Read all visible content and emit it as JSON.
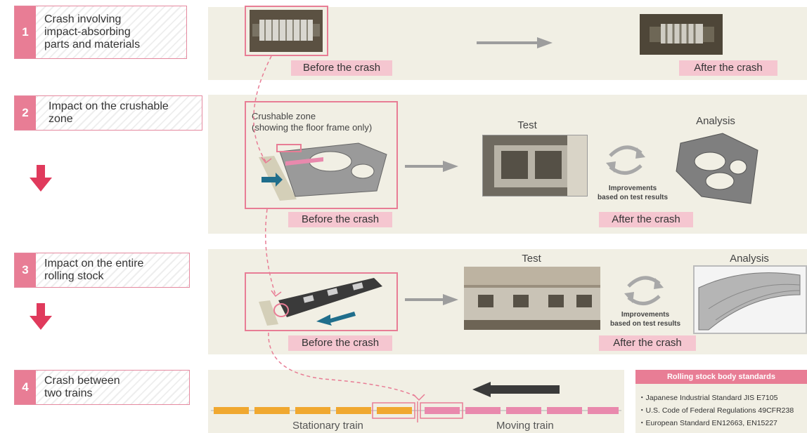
{
  "steps": [
    {
      "number": "1",
      "text_line1": "Crash involving",
      "text_line2": "impact-absorbing",
      "text_line3": "parts and materials"
    },
    {
      "number": "2",
      "text_line1": "Impact on the crushable",
      "text_line2": "zone"
    },
    {
      "number": "3",
      "text_line1": "Impact on the entire",
      "text_line2": "rolling stock"
    },
    {
      "number": "4",
      "text_line1": "Crash between",
      "text_line2": "two trains"
    }
  ],
  "row1": {
    "before": "Before the crash",
    "after": "After the crash"
  },
  "row2": {
    "zone_line1": "Crushable zone",
    "zone_line2": "(showing the floor frame only)",
    "test": "Test",
    "analysis": "Analysis",
    "improve_line1": "Improvements",
    "improve_line2": "based on test results",
    "before": "Before the crash",
    "after": "After the crash"
  },
  "row3": {
    "test": "Test",
    "analysis": "Analysis",
    "improve_line1": "Improvements",
    "improve_line2": "based on test results",
    "before": "Before the crash",
    "after": "After the crash"
  },
  "row4": {
    "stationary": "Stationary train",
    "moving": "Moving train"
  },
  "standards": {
    "title": "Rolling stock body standards",
    "items": [
      "・Japanese Industrial Standard  JIS E7105",
      "・U.S. Code of Federal Regulations  49CFR238",
      "・European Standard  EN12663, EN15227"
    ]
  },
  "colors": {
    "accent_pink": "#e87d95",
    "tag_pink": "#f5c6d0",
    "panel": "#f1efe4",
    "train_orange": "#f0a830",
    "train_pink": "#e989ad",
    "arrow_blue": "#1f6e8c",
    "arrow_red": "#e03a5c"
  }
}
